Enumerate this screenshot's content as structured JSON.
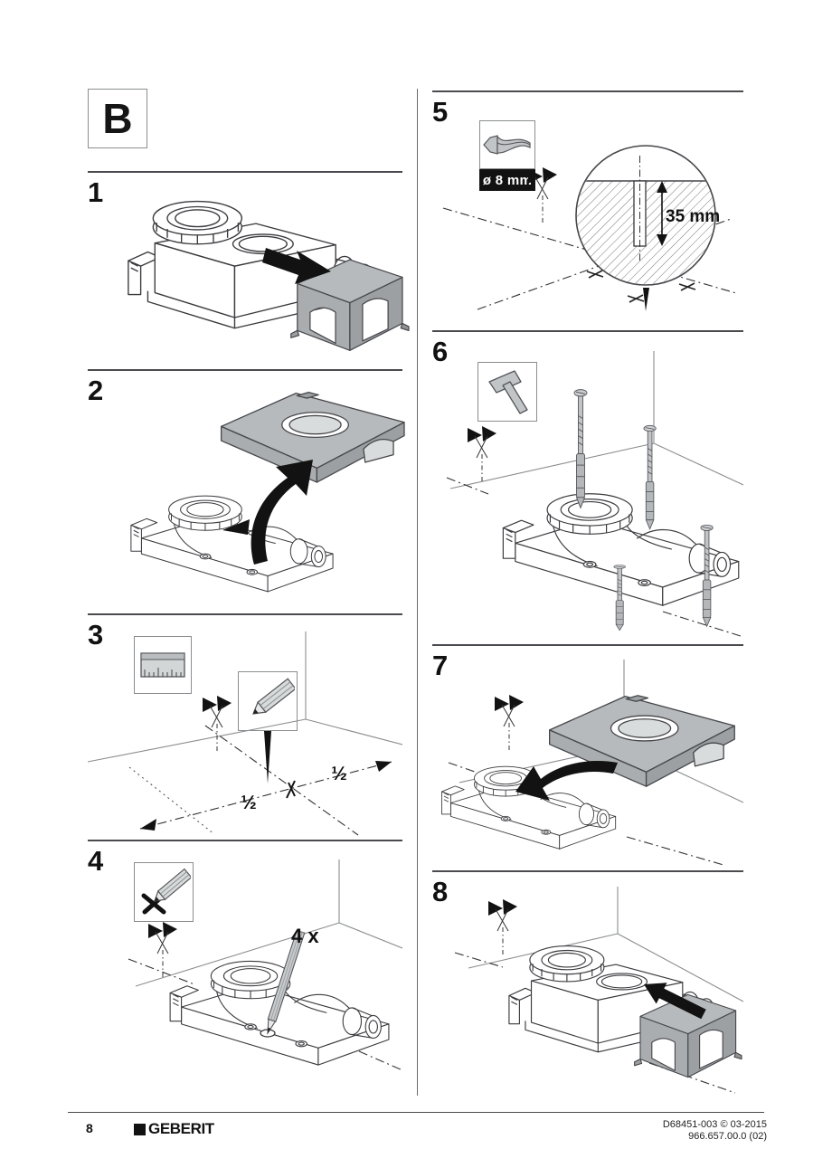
{
  "page": {
    "section_label": "B",
    "footer": {
      "page_number": "8",
      "brand": "GEBERIT",
      "doc_code": "D68451-003 © 03-2015",
      "doc_code2": "966.657.00.0 (02)"
    }
  },
  "colors": {
    "ink": "#111111",
    "line": "#3b3b3f",
    "part_gray": "#b4b8ba",
    "icon_gray": "#c9ccce",
    "label_bg": "#121212",
    "label_fg": "#ffffff"
  },
  "steps": [
    {
      "number": "1"
    },
    {
      "number": "2"
    },
    {
      "number": "3",
      "labels": {
        "half_a": "½",
        "half_b": "½"
      },
      "icons": [
        "ruler-icon",
        "pencil-icon"
      ]
    },
    {
      "number": "4",
      "labels": {
        "count": "4 x"
      },
      "icons": [
        "pencil-cross-icon"
      ]
    },
    {
      "number": "5",
      "labels": {
        "diameter": "ø 8 mm",
        "depth": "35 mm"
      },
      "icons": [
        "drill-bit-icon"
      ]
    },
    {
      "number": "6",
      "icons": [
        "hammer-icon"
      ]
    },
    {
      "number": "7"
    },
    {
      "number": "8"
    }
  ]
}
